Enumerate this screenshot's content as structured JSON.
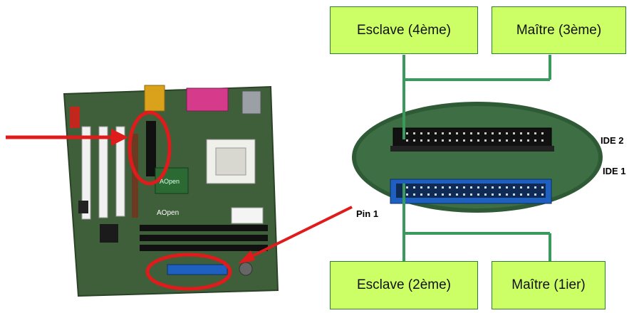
{
  "diagram": {
    "devices": {
      "slave_4": "Esclave (4ème)",
      "master_3": "Maître (3ème)",
      "slave_2": "Esclave (2ème)",
      "master_1": "Maître (1ier)"
    },
    "labels": {
      "ide2": "IDE 2",
      "ide1": "IDE 1",
      "pin1": "Pin 1"
    },
    "board_logo": "AOpen",
    "colors": {
      "device_box": "#ccff66",
      "cable": "#3a9a5e",
      "arrow": "#e01b1b",
      "highlight_ellipse": "#e01b1b",
      "ide1_connector": "#1f5fbf",
      "ide2_connector": "#111111",
      "pcb": "#3f5e3a"
    }
  }
}
